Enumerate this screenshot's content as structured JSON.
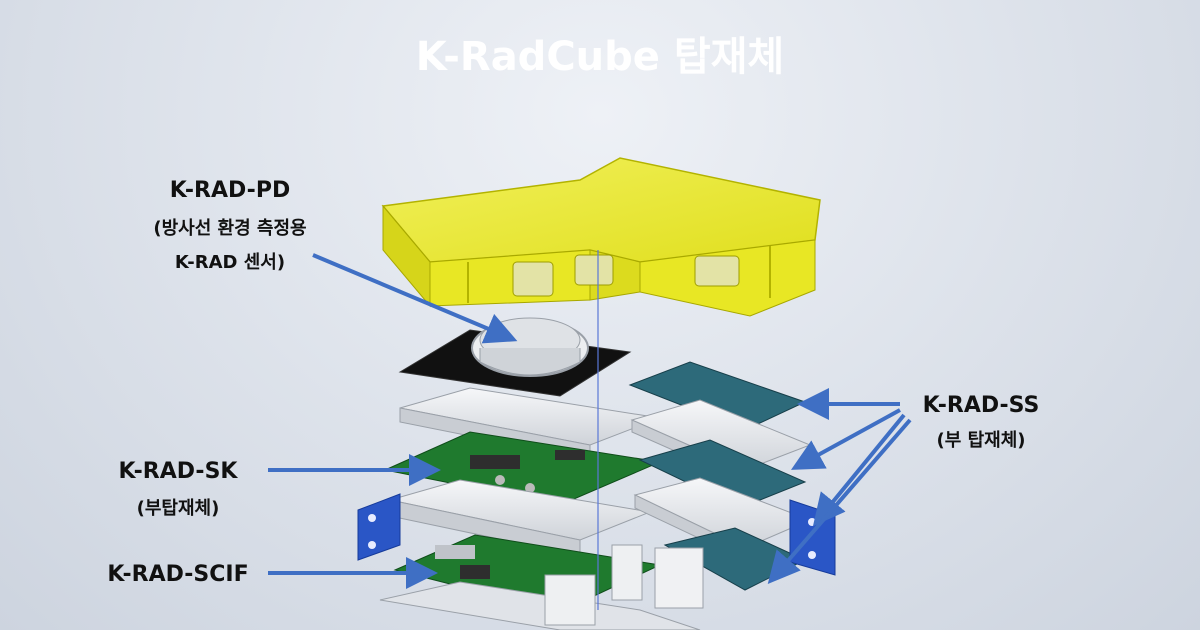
{
  "title": "K-RadCube 탑재체",
  "labels": {
    "pd": {
      "name": "K-RAD-PD",
      "line1": "(방사선 환경 측정용",
      "line2": "K-RAD 센서)"
    },
    "sk": {
      "name": "K-RAD-SK",
      "line1": "(부탑재체)"
    },
    "scif": {
      "name": "K-RAD-SCIF"
    },
    "ss": {
      "name": "K-RAD-SS",
      "line1": "(부 탑재체)"
    }
  },
  "colors": {
    "title": "#ffffff",
    "arrow": "#3f6fc4",
    "cover": "#e6e61a",
    "pcb_green": "#1f7a2e",
    "pcb_blue": "#2d6a7a",
    "tray": "#e9ebee",
    "bracket": "#2a56c6"
  }
}
